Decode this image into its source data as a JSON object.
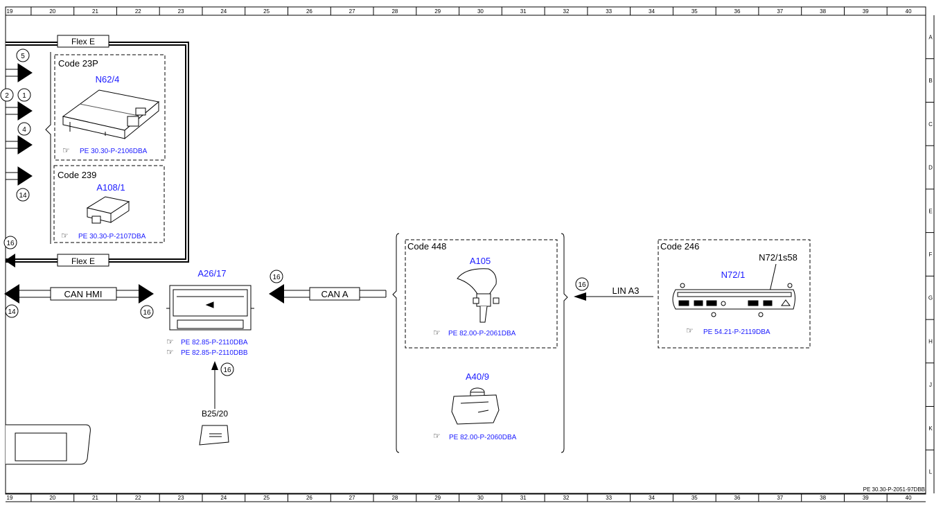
{
  "frame": {
    "columns": [
      "19",
      "20",
      "21",
      "22",
      "23",
      "24",
      "25",
      "26",
      "27",
      "28",
      "29",
      "30",
      "31",
      "32",
      "33",
      "34",
      "35",
      "36",
      "37",
      "38",
      "39",
      "40"
    ],
    "rows": [
      "A",
      "B",
      "C",
      "D",
      "E",
      "F",
      "G",
      "H",
      "J",
      "K",
      "L"
    ],
    "document_id": "PE 30.30-P-2051-97DBB"
  },
  "groups": {
    "flex_e_top": "Flex E",
    "flex_e_bottom": "Flex E",
    "code_23p": "Code 23P",
    "code_239": "Code 239",
    "code_448": "Code 448",
    "code_246": "Code 246"
  },
  "components": {
    "n62_4": {
      "id": "N62/4",
      "ref": "PE 30.30-P-2106DBA"
    },
    "a108_1": {
      "id": "A108/1",
      "ref": "PE 30.30-P-2107DBA"
    },
    "a26_17": {
      "id": "A26/17",
      "ref1": "PE 82.85-P-2110DBA",
      "ref2": "PE 82.85-P-2110DBB"
    },
    "b25_20": {
      "id": "B25/20"
    },
    "a105": {
      "id": "A105",
      "ref": "PE 82.00-P-2061DBA"
    },
    "a40_9": {
      "id": "A40/9",
      "ref": "PE 82.00-P-2060DBA"
    },
    "n72_1": {
      "id": "N72/1",
      "switch": "N72/1s58",
      "ref": "PE 54.21-P-2119DBA"
    }
  },
  "buses": {
    "can_hmi": "CAN HMI",
    "can_a": "CAN A",
    "lin_a3": "LIN A3"
  },
  "connectors": {
    "c5": "5",
    "c2": "2",
    "c1": "1",
    "c4": "4",
    "c14a": "14",
    "c16_left": "16",
    "c14b": "14",
    "c16_hmi": "16",
    "c16_cana": "16",
    "c16_b25": "16",
    "c16_lin": "16"
  }
}
